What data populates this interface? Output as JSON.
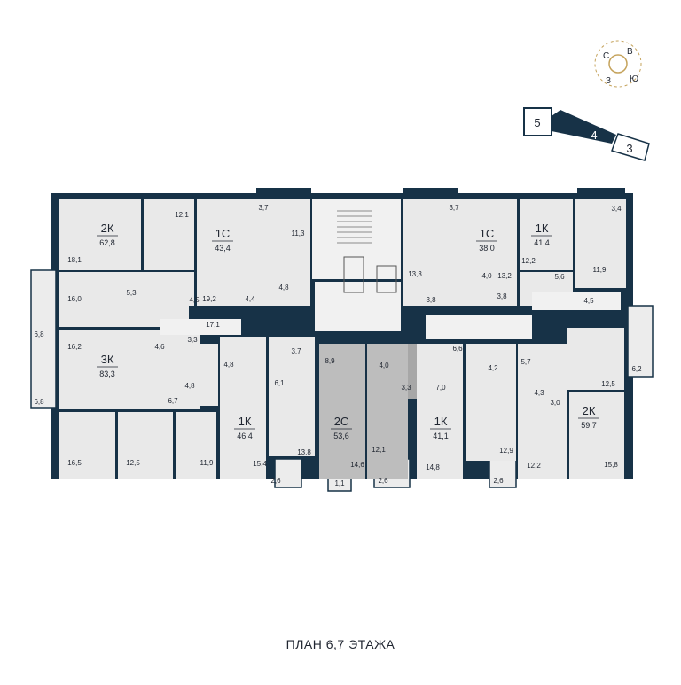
{
  "plan_title": "ПЛАН 6,7 ЭТАЖА",
  "compass": {
    "north": "С",
    "east": "В",
    "south": "Ю",
    "west": "З"
  },
  "sections": {
    "left": "5",
    "current": "4",
    "right": "3"
  },
  "colors": {
    "wall": "#173247",
    "room": "#e9e9e9",
    "room_alt": "#f1f1f1",
    "highlight": "#bdbdbd",
    "highlight_dark": "#a7a7a7",
    "text": "#1f2530",
    "compass": "#c5a35c"
  },
  "apartments": [
    {
      "type": "2К",
      "area": "62,8"
    },
    {
      "type": "1С",
      "area": "43,4"
    },
    {
      "type": "1С",
      "area": "38,0"
    },
    {
      "type": "1К",
      "area": "41,4"
    },
    {
      "type": "3К",
      "area": "83,3"
    },
    {
      "type": "1К",
      "area": "46,4"
    },
    {
      "type": "2С",
      "area": "53,6"
    },
    {
      "type": "1К",
      "area": "41,1"
    },
    {
      "type": "2К",
      "area": "59,7"
    }
  ],
  "room_areas": [
    "12,1",
    "3,7",
    "11,3",
    "18,1",
    "5,3",
    "4,5",
    "19,2",
    "4,4",
    "4,8",
    "3,7",
    "13,3",
    "13,2",
    "4,0",
    "3,8",
    "3,8",
    "3,4",
    "12,2",
    "5,6",
    "11,9",
    "4,5",
    "16,0",
    "6,8",
    "17,1",
    "16,2",
    "4,6",
    "3,3",
    "4,8",
    "3,7",
    "8,9",
    "4,0",
    "6,6",
    "4,2",
    "5,7",
    "6,2",
    "4,8",
    "6,7",
    "3,3",
    "7,0",
    "6,1",
    "4,3",
    "3,0",
    "12,5",
    "6,8",
    "13,8",
    "12,9",
    "16,5",
    "12,5",
    "11,9",
    "15,4",
    "14,6",
    "12,1",
    "14,8",
    "12,2",
    "15,8",
    "2,6",
    "1,1",
    "2,6",
    "2,6"
  ]
}
